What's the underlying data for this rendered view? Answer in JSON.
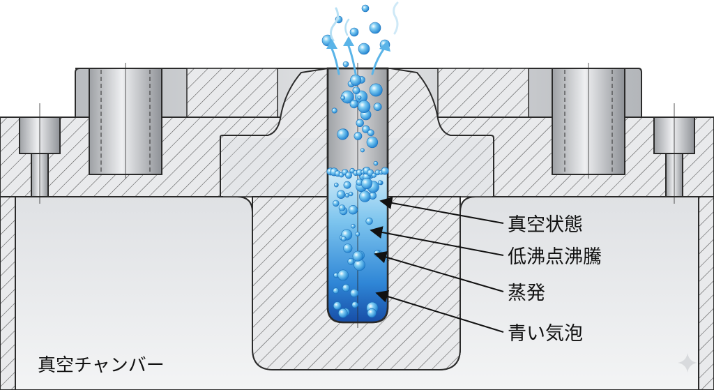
{
  "labels": {
    "vacuum_state": "真空状態",
    "low_bp_boiling": "低沸点沸騰",
    "evaporation": "蒸発",
    "blue_bubbles": "青い気泡",
    "chamber": "真空チャンバー"
  },
  "colors": {
    "steel_light": "#e6e7e9",
    "steel_mid": "#c9cbce",
    "steel_dark": "#8e9196",
    "outline": "#2a2a2a",
    "liquid_top": "#cfeaf8",
    "liquid_bottom": "#1a5fbf",
    "bubble": "#3aa8e8",
    "vapor": "#9fd6f2",
    "arrow": "#111111"
  },
  "icons": {
    "vapor_arrow": "arrow-up-icon",
    "sparkle": "sparkle-icon"
  }
}
